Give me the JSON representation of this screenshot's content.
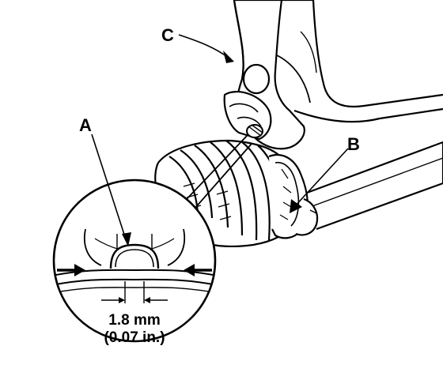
{
  "callouts": {
    "a": "A",
    "b": "B",
    "c": "C"
  },
  "dimension": {
    "metric": "1.8 mm",
    "imperial": "(0.07 in.)"
  }
}
